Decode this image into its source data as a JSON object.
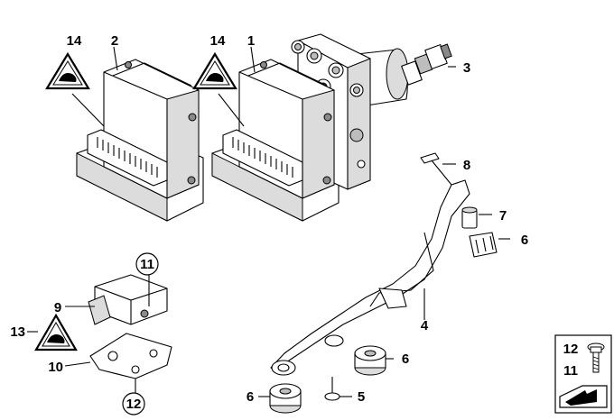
{
  "diagram": {
    "callouts": [
      {
        "id": "c14a",
        "text": "14"
      },
      {
        "id": "c2",
        "text": "2"
      },
      {
        "id": "c14b",
        "text": "14"
      },
      {
        "id": "c1",
        "text": "1"
      },
      {
        "id": "c3",
        "text": "3"
      },
      {
        "id": "c8",
        "text": "8"
      },
      {
        "id": "c7",
        "text": "7"
      },
      {
        "id": "c6a",
        "text": "6"
      },
      {
        "id": "c11",
        "text": "11"
      },
      {
        "id": "c9",
        "text": "9"
      },
      {
        "id": "c13",
        "text": "13"
      },
      {
        "id": "c10",
        "text": "10"
      },
      {
        "id": "c12",
        "text": "12"
      },
      {
        "id": "c4",
        "text": "4"
      },
      {
        "id": "c6b",
        "text": "6"
      },
      {
        "id": "c6c",
        "text": "6"
      },
      {
        "id": "c5",
        "text": "5"
      }
    ],
    "legend": {
      "top_label": "12",
      "bottom_label": "11"
    }
  },
  "icons": {
    "warning": "warning-triangle-icon",
    "arrow": "next-page-arrow-icon"
  },
  "colors": {
    "line": "#000000",
    "background": "#ffffff",
    "shade": "#dcdcdc"
  }
}
